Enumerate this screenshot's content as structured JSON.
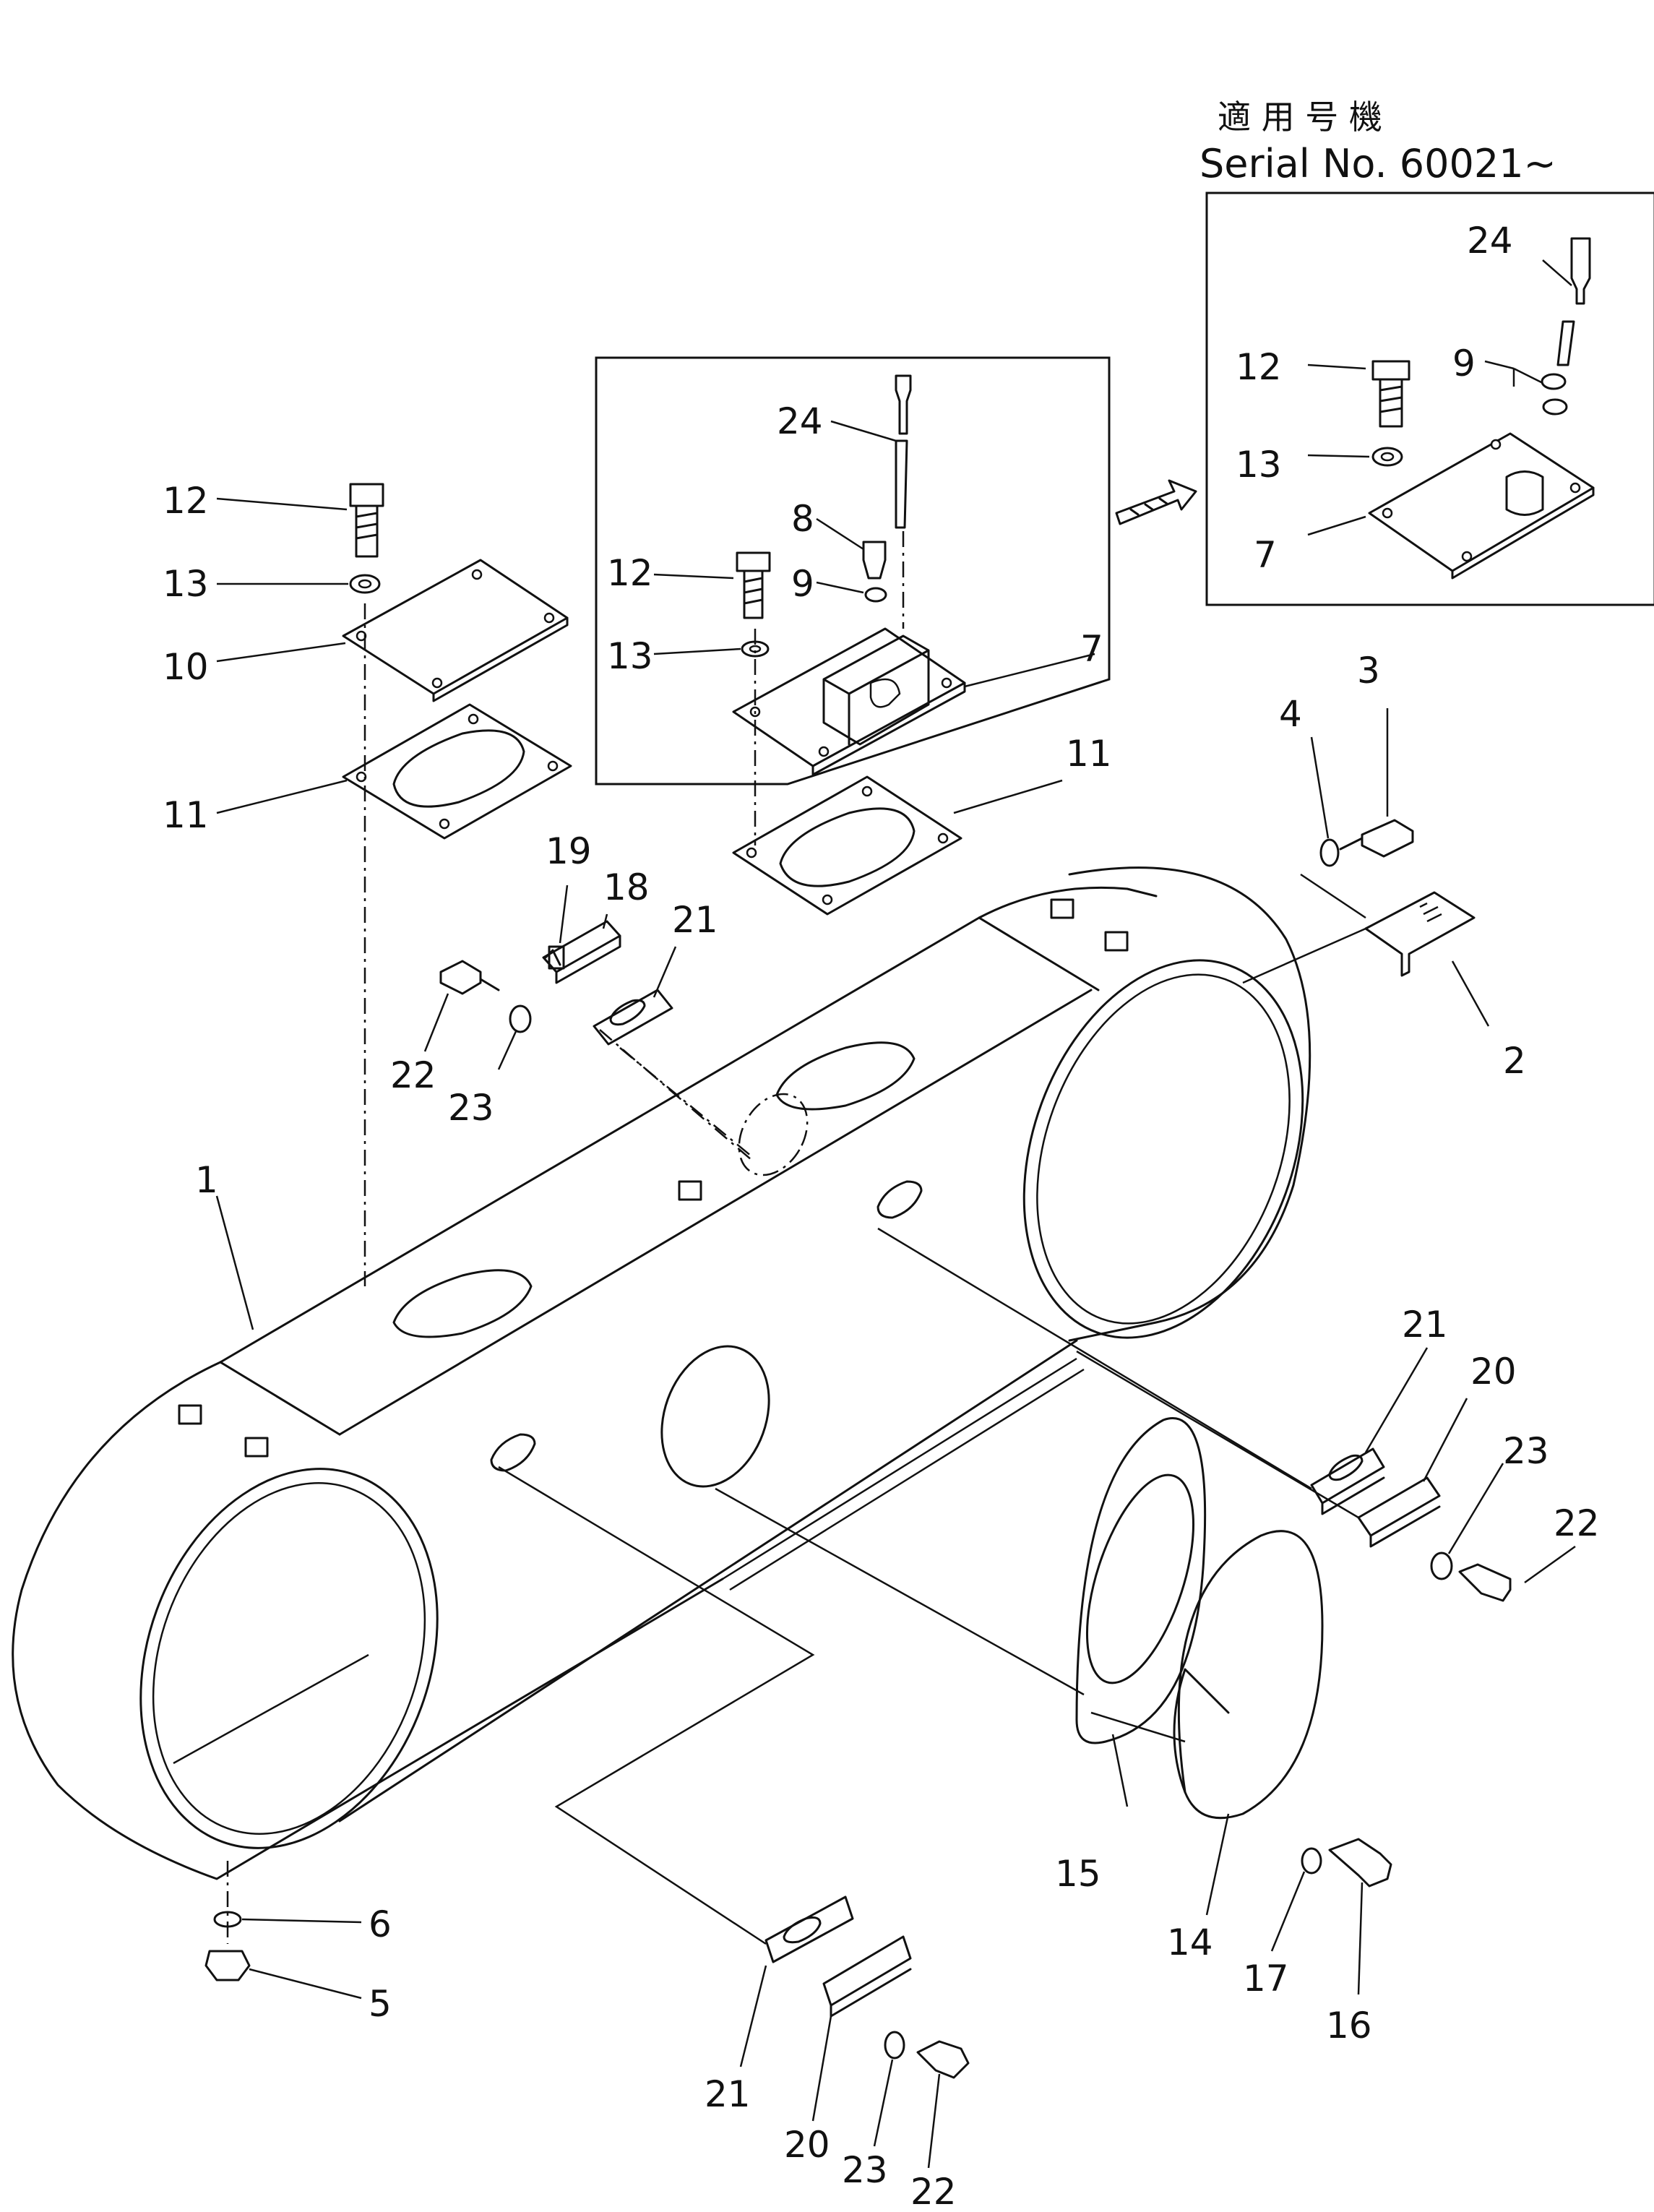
{
  "serial_note": {
    "japanese": "適 用 号 機",
    "serial": "Serial No. 60021~"
  },
  "callouts": {
    "c1": "1",
    "c2": "2",
    "c3": "3",
    "c4": "4",
    "c5": "5",
    "c6": "6",
    "c7": "7",
    "c8": "8",
    "c9": "9",
    "c10": "10",
    "c11": "11",
    "c12": "12",
    "c13": "13",
    "c14": "14",
    "c15": "15",
    "c16": "16",
    "c17": "17",
    "c18": "18",
    "c19": "19",
    "c20": "20",
    "c21": "21",
    "c22": "22",
    "c23": "23",
    "c24": "24"
  }
}
